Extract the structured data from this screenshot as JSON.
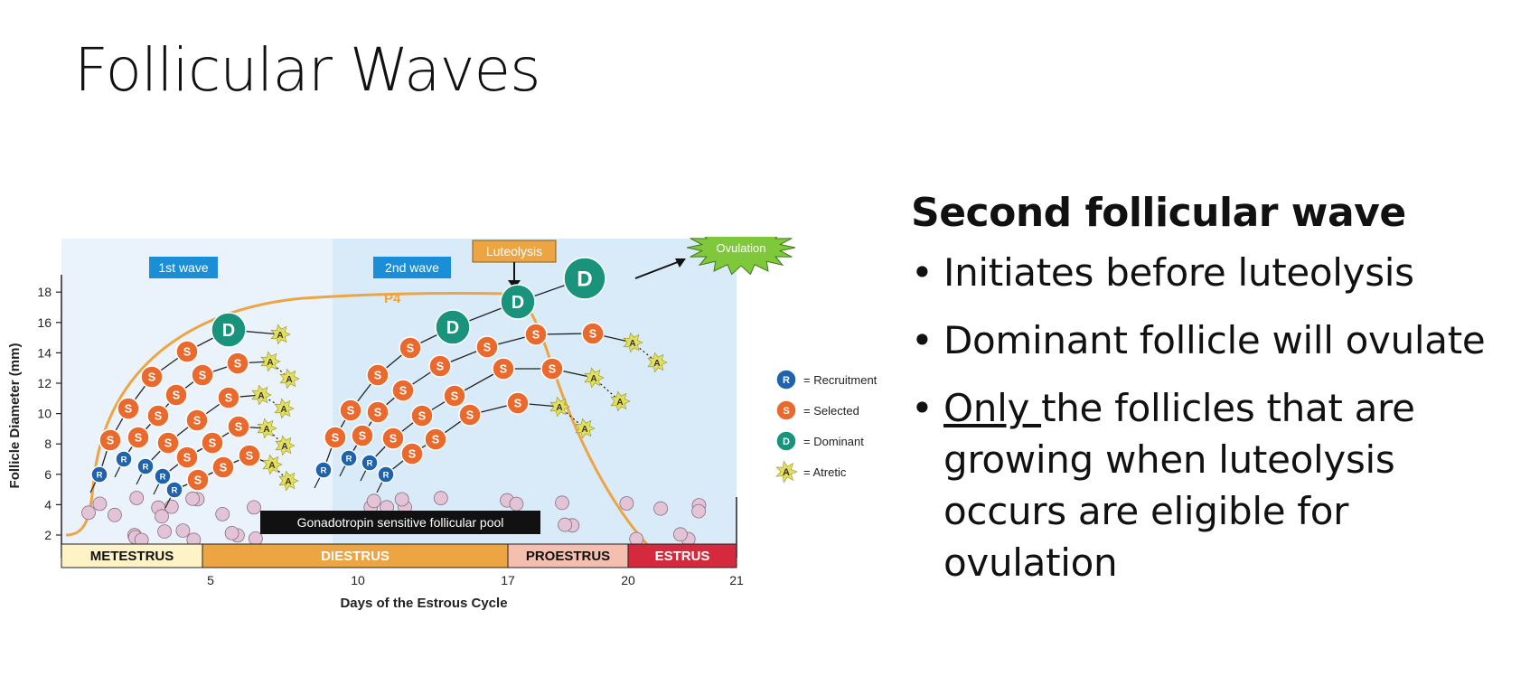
{
  "slide": {
    "title": "Follicular Waves",
    "subheading": "Second follicular wave",
    "bullets": [
      {
        "text": "Initiates before luteolysis"
      },
      {
        "text": "Dominant follicle will ovulate"
      },
      {
        "underlined": "Only ",
        "text": "the follicles that are growing when luteolysis occurs are eligible for ovulation"
      }
    ]
  },
  "figure": {
    "y_axis_label": "Follicle Diameter (mm)",
    "x_axis_label": "Days of the Estrous Cycle",
    "y_ticks": [
      "2",
      "4",
      "6",
      "8",
      "10",
      "12",
      "14",
      "16",
      "18"
    ],
    "x_ticks": [
      "5",
      "10",
      "17",
      "20",
      "21"
    ],
    "wave1_label": "1st wave",
    "wave2_label": "2nd wave",
    "luteolysis_label": "Luteolysis",
    "ovulation_label": "Ovulation",
    "p4_label": "P4",
    "pool_label": "Gonadotropin sensitive follicular pool",
    "phases": [
      {
        "name": "METESTRUS",
        "color": "#fdf3c6",
        "text_color": "#111111"
      },
      {
        "name": "DIESTRUS",
        "color": "#eda544",
        "text_color": "#ffffff"
      },
      {
        "name": "PROESTRUS",
        "color": "#f4bfae",
        "text_color": "#111111"
      },
      {
        "name": "ESTRUS",
        "color": "#d52a3d",
        "text_color": "#ffffff"
      }
    ],
    "legend": [
      {
        "letter": "R",
        "label": "= Recruitment",
        "color": "#1f63ad"
      },
      {
        "letter": "S",
        "label": "= Selected",
        "color": "#ea6a2e"
      },
      {
        "letter": "D",
        "label": "= Dominant",
        "color": "#19937b"
      },
      {
        "letter": "A",
        "label": "= Atretic",
        "color": "#e3df5e"
      }
    ],
    "colors": {
      "wave1_bg": "#eaf2fb",
      "wave2_bg": "#d9eaf8",
      "label_box": "#1a8fd8",
      "p4_curve": "#eda544",
      "pool_follicle": "#e3c3d6"
    }
  }
}
